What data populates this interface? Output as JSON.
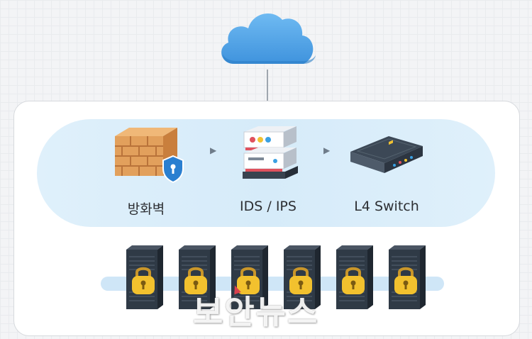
{
  "diagram": {
    "nodes": [
      {
        "label": "방화벽",
        "icon": "brick-firewall-shield-icon"
      },
      {
        "label": "IDS / IPS",
        "icon": "ids-ips-appliance-icon"
      },
      {
        "label": "L4 Switch",
        "icon": "l4-switch-icon"
      }
    ],
    "servers": {
      "count": 6,
      "icon": "locked-server-rack-icon"
    },
    "cloud_icon": "cloud-icon"
  },
  "watermark": "보안뉴스",
  "colors": {
    "cloud": "#4ba3e8",
    "pill": "#d6ebf9",
    "brick": "#e2a05c",
    "lock": "#f2c12e",
    "rack": "#2f3a46",
    "accent_red": "#d9414f"
  }
}
